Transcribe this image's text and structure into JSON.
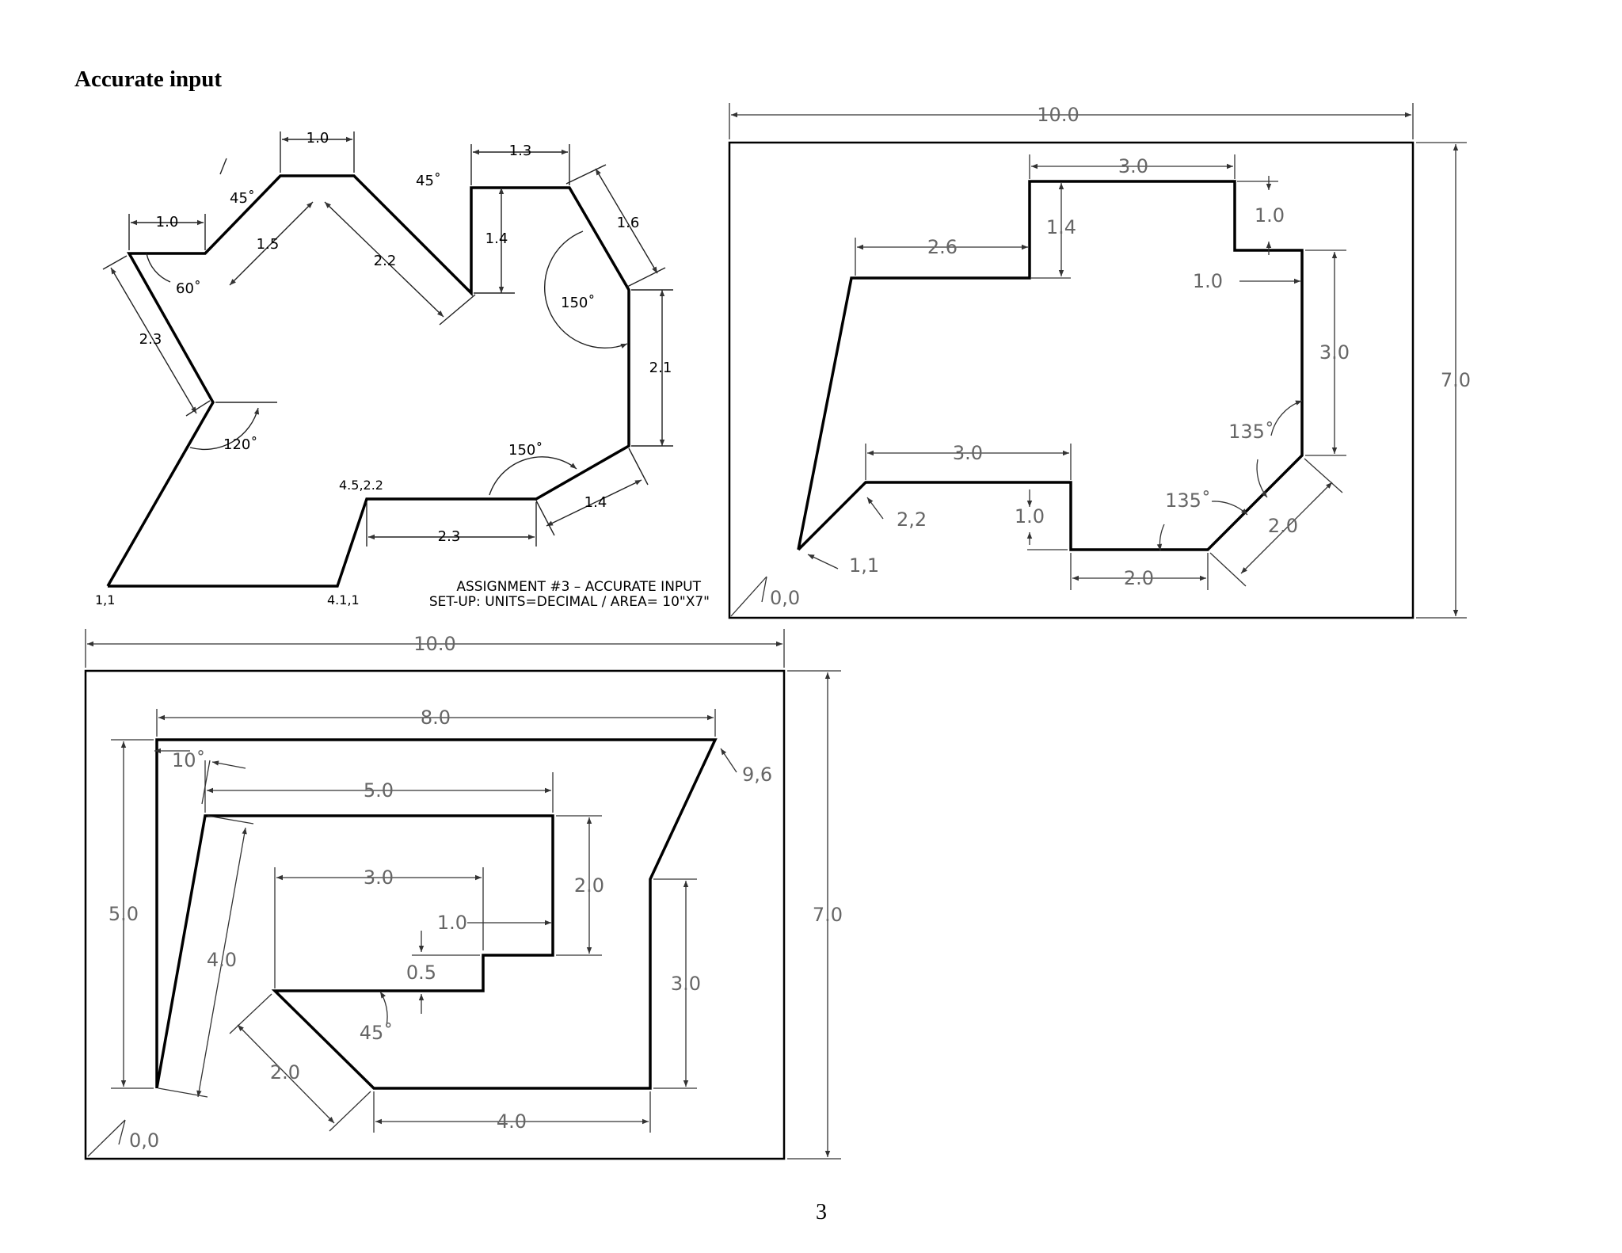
{
  "page": {
    "heading": "Accurate input",
    "page_number": "3"
  },
  "drawing1": {
    "dims": {
      "top_1_0": "1.0",
      "left_1_0": "1.0",
      "top_1_3": "1.3",
      "ang45a": "45˚",
      "ang45b": "45˚",
      "len1_5": "1.5",
      "len2_2": "2.2",
      "len1_4": "1.4",
      "len1_6": "1.6",
      "ang60": "60˚",
      "len2_3": "2.3",
      "ang150a": "150˚",
      "len2_1": "2.1",
      "ang120": "120˚",
      "ang150b": "150˚",
      "len1_4b": "1.4",
      "len2_3b": "2.3",
      "coord_45_22": "4.5,2.2",
      "coord_11": "1,1",
      "coord_411": "4.1,1"
    },
    "caption_line1": "ASSIGNMENT #3 – ACCURATE INPUT",
    "caption_line2": "SET-UP: UNITS=DECIMAL / AREA= 10\"X7\""
  },
  "drawing2": {
    "dims": {
      "width": "10.0",
      "height": "7.0",
      "d3_0top": "3.0",
      "d2_6": "2.6",
      "d1_4": "1.4",
      "d1_0a": "1.0",
      "d1_0b": "1.0",
      "d3_0right": "3.0",
      "d135a": "135˚",
      "d3_0mid": "3.0",
      "d1_0c": "1.0",
      "d135b": "135˚",
      "d2_0diag": "2.0",
      "d2_0bot": "2.0",
      "c22": "2,2",
      "c11": "1,1",
      "c00": "0,0"
    }
  },
  "drawing3": {
    "dims": {
      "width": "10.0",
      "height": "7.0",
      "d8_0": "8.0",
      "c96": "9,6",
      "d10deg": "10˚",
      "d5_0top": "5.0",
      "d5_0left": "5.0",
      "d4_0": "4.0",
      "d2_0": "2.0",
      "d3_0inner": "3.0",
      "d1_0": "1.0",
      "d0_5": "0.5",
      "d3_0right": "3.0",
      "d45": "45˚",
      "d2_0diag": "2.0",
      "d4_0bot": "4.0",
      "c00": "0,0"
    }
  }
}
